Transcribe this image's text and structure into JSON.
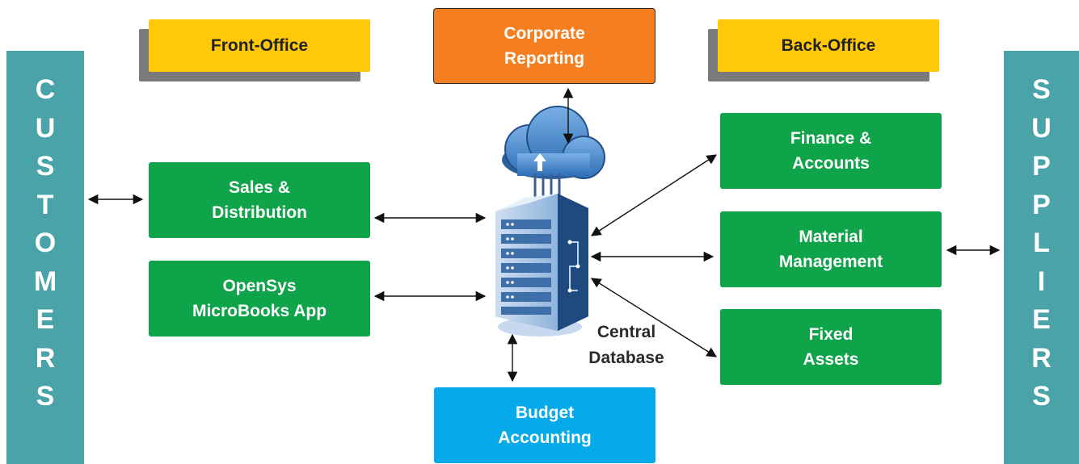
{
  "customers": {
    "letters": [
      "C",
      "U",
      "S",
      "T",
      "O",
      "M",
      "E",
      "R",
      "S"
    ]
  },
  "suppliers": {
    "letters": [
      "S",
      "U",
      "P",
      "P",
      "L",
      "I",
      "E",
      "R",
      "S"
    ]
  },
  "front_office": {
    "label": "Front-Office"
  },
  "back_office": {
    "label": "Back-Office"
  },
  "corporate_reporting": {
    "line1": "Corporate",
    "line2": "Reporting"
  },
  "sales_distribution": {
    "line1": "Sales &",
    "line2": "Distribution"
  },
  "opensys_app": {
    "line1": "OpenSys",
    "line2": "MicroBooks App"
  },
  "finance_accounts": {
    "line1": "Finance &",
    "line2": "Accounts"
  },
  "material_management": {
    "line1": "Material",
    "line2": "Management"
  },
  "fixed_assets": {
    "line1": "Fixed",
    "line2": "Assets"
  },
  "budget_accounting": {
    "line1": "Budget",
    "line2": "Accounting"
  },
  "central_database": {
    "line1": "Central",
    "line2": "Database"
  },
  "colors": {
    "green": "#0fa34a",
    "yellow": "#ffc808",
    "orange": "#f57f20",
    "blue": "#06aaea",
    "teal": "#4aa3a9",
    "shadow": "#7a7a7c"
  }
}
